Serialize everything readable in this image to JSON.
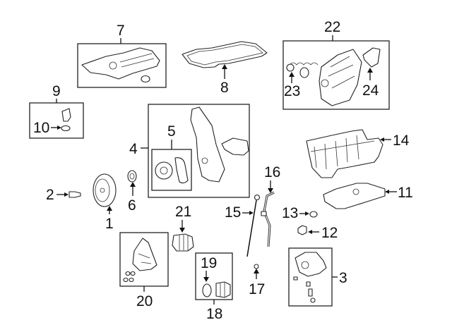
{
  "diagram": {
    "type": "exploded-parts-diagram",
    "callouts": [
      {
        "id": "c1",
        "label": "1",
        "part": "crankshaft-pulley"
      },
      {
        "id": "c2",
        "label": "2",
        "part": "pulley-bolt"
      },
      {
        "id": "c3",
        "label": "3",
        "part": "oil-pump"
      },
      {
        "id": "c4",
        "label": "4",
        "part": "timing-cover"
      },
      {
        "id": "c5",
        "label": "5",
        "part": "water-pump"
      },
      {
        "id": "c6",
        "label": "6",
        "part": "front-seal"
      },
      {
        "id": "c7",
        "label": "7",
        "part": "valve-cover"
      },
      {
        "id": "c8",
        "label": "8",
        "part": "valve-cover-gasket"
      },
      {
        "id": "c9",
        "label": "9",
        "part": "oil-filler-cap"
      },
      {
        "id": "c10",
        "label": "10",
        "part": "cap-seal"
      },
      {
        "id": "c11",
        "label": "11",
        "part": "lower-oil-pan"
      },
      {
        "id": "c12",
        "label": "12",
        "part": "drain-plug"
      },
      {
        "id": "c13",
        "label": "13",
        "part": "drain-plug-gasket"
      },
      {
        "id": "c14",
        "label": "14",
        "part": "upper-oil-pan"
      },
      {
        "id": "c15",
        "label": "15",
        "part": "dipstick"
      },
      {
        "id": "c16",
        "label": "16",
        "part": "dipstick-tube"
      },
      {
        "id": "c17",
        "label": "17",
        "part": "tube-seal"
      },
      {
        "id": "c18",
        "label": "18",
        "part": "oil-filter"
      },
      {
        "id": "c19",
        "label": "19",
        "part": "filter-o-ring"
      },
      {
        "id": "c20",
        "label": "20",
        "part": "oil-filter-housing"
      },
      {
        "id": "c21",
        "label": "21",
        "part": "oil-filter-element"
      },
      {
        "id": "c22",
        "label": "22",
        "part": "intake-manifold"
      },
      {
        "id": "c23",
        "label": "23",
        "part": "manifold-gasket"
      },
      {
        "id": "c24",
        "label": "24",
        "part": "manifold-bracket"
      }
    ]
  }
}
